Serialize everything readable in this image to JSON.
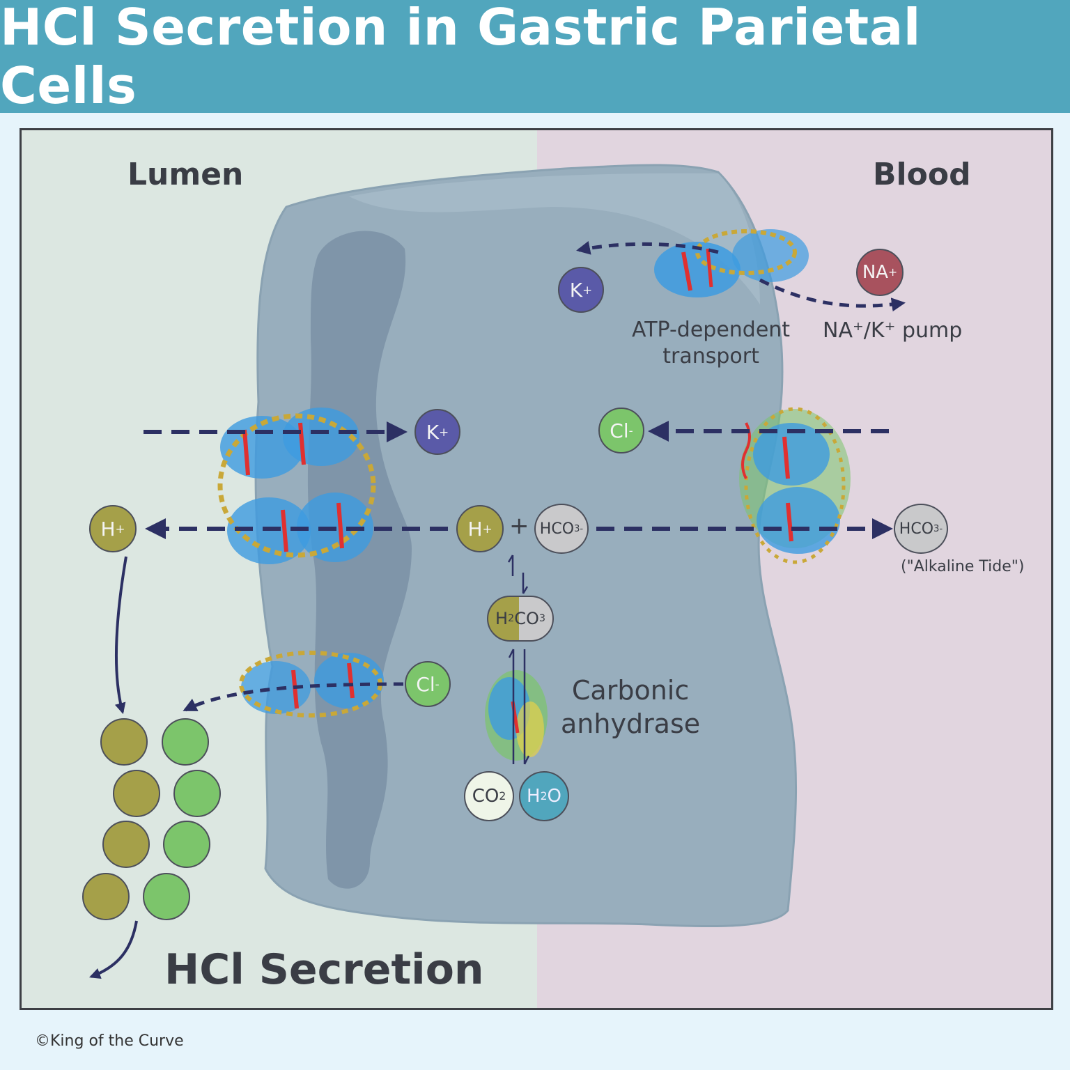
{
  "title": "HCl Secretion in Gastric Parietal Cells",
  "regions": {
    "lumen": "Lumen",
    "blood": "Blood"
  },
  "ions": {
    "k": "K",
    "k_sup": "+",
    "na": "NA",
    "na_sup": "+",
    "cl": "Cl",
    "cl_sup": "-",
    "h": "H",
    "h_sup": "+",
    "hco3": "HCO",
    "hco3_sub": "3",
    "hco3_sup": "-",
    "h2co3_h": "H",
    "h2co3_sub1": "2",
    "h2co3_co": "CO",
    "h2co3_sub2": "3",
    "co2": "CO",
    "co2_sub": "2",
    "h2o_h": "H",
    "h2o_sub": "2",
    "h2o_o": "O"
  },
  "labels": {
    "atp_line1": "ATP-dependent",
    "atp_line2": "transport",
    "pump": "NA⁺/K⁺ pump",
    "alkaline_tide": "(\"Alkaline Tide\")",
    "carbonic_line1": "Carbonic",
    "carbonic_line2": "anhydrase",
    "plus": "+",
    "hcl_secretion": "HCl Secretion"
  },
  "copyright": "©King of the Curve",
  "colors": {
    "header": "#51a6bd",
    "lumen_bg": "#dce7e1",
    "blood_bg": "#e1d5df",
    "cell": "#98aebd",
    "k_ion": "#5a5aa8",
    "na_ion": "#a8525e",
    "cl_ion": "#7cc56b",
    "h_ion": "#a5a049",
    "hco3_ion": "#c9c9cb",
    "arrow": "#2c3063"
  }
}
